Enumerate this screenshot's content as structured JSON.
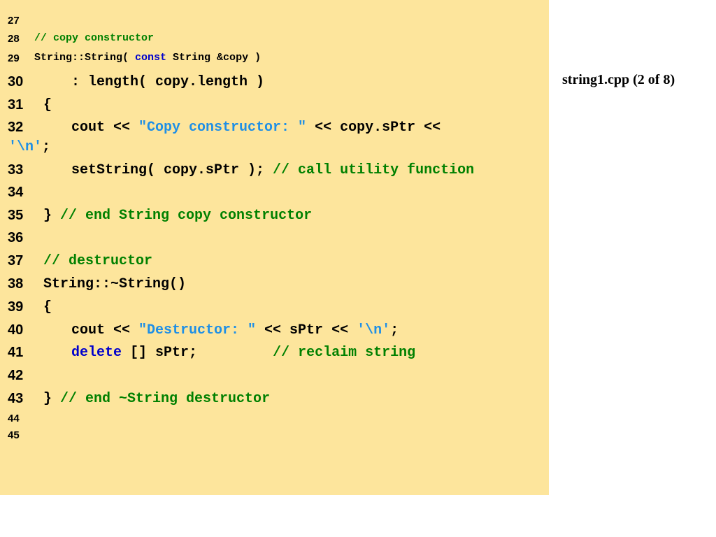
{
  "file_label": "string1.cpp (2 of 8)",
  "colors": {
    "panel_background": "#fde59c",
    "comment": "#008000",
    "keyword": "#0000cc",
    "string_literal": "#1e8fe6",
    "plain": "#000000"
  },
  "lines": [
    {
      "num": "27",
      "size": "small",
      "indent": 0,
      "tokens": []
    },
    {
      "num": "28",
      "size": "small",
      "indent": 0,
      "tokens": [
        {
          "t": "cmt",
          "text": "// copy constructor"
        }
      ]
    },
    {
      "num": "29",
      "size": "small",
      "indent": 0,
      "tokens": [
        {
          "t": "pl",
          "text": "String::String( "
        },
        {
          "t": "kw",
          "text": "const"
        },
        {
          "t": "pl",
          "text": " String &copy )"
        }
      ]
    },
    {
      "num": "30",
      "size": "big",
      "indent": 4,
      "tokens": [
        {
          "t": "pl",
          "text": ": length( copy.length )"
        }
      ]
    },
    {
      "num": "31",
      "size": "big",
      "indent": 0,
      "tokens": [
        {
          "t": "pl",
          "text": "{"
        }
      ]
    },
    {
      "num": "32",
      "size": "big",
      "indent": 4,
      "tokens": [
        {
          "t": "pl",
          "text": "cout << "
        },
        {
          "t": "str",
          "text": "\"Copy constructor: \""
        },
        {
          "t": "pl",
          "text": " << copy.sPtr <<"
        }
      ]
    },
    {
      "num": "",
      "size": "big",
      "indent": 0,
      "wrap": true,
      "tokens": [
        {
          "t": "str",
          "text": "'\\n'"
        },
        {
          "t": "pl",
          "text": ";"
        }
      ]
    },
    {
      "num": "33",
      "size": "big",
      "indent": 4,
      "tokens": [
        {
          "t": "pl",
          "text": "setString( copy.sPtr ); "
        },
        {
          "t": "cmt",
          "text": "// call utility function"
        }
      ]
    },
    {
      "num": "34",
      "size": "big",
      "indent": 0,
      "tokens": []
    },
    {
      "num": "35",
      "size": "big",
      "indent": 0,
      "tokens": [
        {
          "t": "pl",
          "text": "} "
        },
        {
          "t": "cmt",
          "text": "// end String copy constructor"
        }
      ]
    },
    {
      "num": "36",
      "size": "big",
      "indent": 0,
      "tokens": []
    },
    {
      "num": "37",
      "size": "big",
      "indent": 0,
      "tokens": [
        {
          "t": "cmt",
          "text": "// destructor"
        }
      ]
    },
    {
      "num": "38",
      "size": "big",
      "indent": 0,
      "tokens": [
        {
          "t": "pl",
          "text": "String::~String()"
        }
      ]
    },
    {
      "num": "39",
      "size": "big",
      "indent": 0,
      "tokens": [
        {
          "t": "pl",
          "text": "{"
        }
      ]
    },
    {
      "num": "40",
      "size": "big",
      "indent": 4,
      "tokens": [
        {
          "t": "pl",
          "text": "cout << "
        },
        {
          "t": "str",
          "text": "\"Destructor: \""
        },
        {
          "t": "pl",
          "text": " << sPtr << "
        },
        {
          "t": "str",
          "text": "'\\n'"
        },
        {
          "t": "pl",
          "text": ";"
        }
      ]
    },
    {
      "num": "41",
      "size": "big",
      "indent": 4,
      "tokens": [
        {
          "t": "kw",
          "text": "delete"
        },
        {
          "t": "pl",
          "text": " [] sPtr;         "
        },
        {
          "t": "cmt",
          "text": "// reclaim string"
        }
      ]
    },
    {
      "num": "42",
      "size": "big",
      "indent": 0,
      "tokens": []
    },
    {
      "num": "43",
      "size": "big",
      "indent": 0,
      "tokens": [
        {
          "t": "pl",
          "text": "} "
        },
        {
          "t": "cmt",
          "text": "// end ~String destructor"
        }
      ]
    },
    {
      "num": "44",
      "size": "small",
      "indent": 0,
      "tokens": []
    },
    {
      "num": "45",
      "size": "small",
      "indent": 0,
      "tokens": []
    }
  ]
}
